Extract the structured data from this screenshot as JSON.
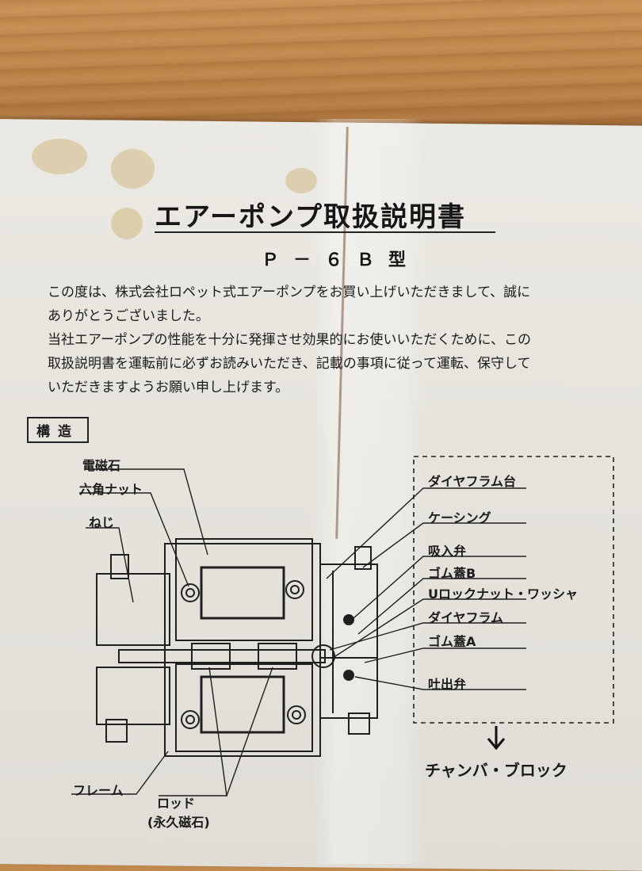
{
  "document": {
    "title": "エアーポンプ取扱説明書",
    "model": "Ｐ－６Ｂ型",
    "intro": [
      "この度は、株式会社ロペット式エアーポンプをお買い上げいただきまして、誠に",
      "ありがとうございました。",
      "当社エアーポンプの性能を十分に発揮させ効果的にお使いいただくために、この",
      "取扱説明書を運転前に必ずお読みいただき、記載の事項に従って運転、保守して",
      "いただきますようお願い申し上げます。"
    ],
    "section_heading": "構造"
  },
  "diagram": {
    "labels_left": {
      "electromagnet": "電磁石",
      "hex_nut": "六角ナット",
      "screw": "ねじ",
      "frame": "フレーム",
      "rod": "ロッド",
      "rod_note": "(永久磁石)"
    },
    "labels_right": {
      "diaphragm_base": "ダイヤフラム台",
      "casing": "ケーシング",
      "intake_valve": "吸入弁",
      "rubber_cap_b": "ゴム蓋B",
      "u_lock_nut_washer": "Uロックナット・ワッシャ",
      "diaphragm": "ダイヤフラム",
      "rubber_cap_a": "ゴム蓋A",
      "discharge_valve": "吐出弁"
    },
    "chamber_block": "チャンバ・ブロック",
    "arrow_icon": "down-arrow-icon"
  }
}
